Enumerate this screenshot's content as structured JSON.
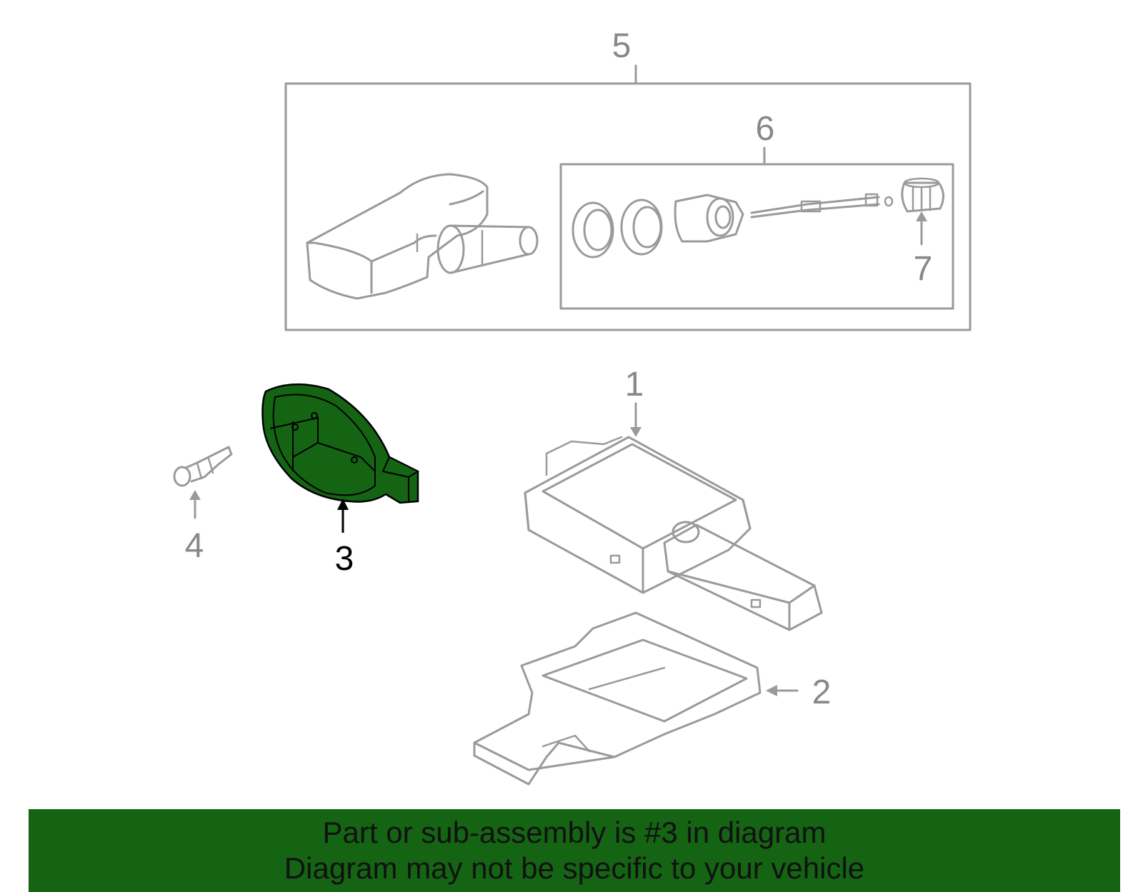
{
  "colors": {
    "highlight": "#146414",
    "line": "#9a9a9a",
    "banner": "#146414"
  },
  "callouts": {
    "c1": "1",
    "c2": "2",
    "c3": "3",
    "c4": "4",
    "c5": "5",
    "c6": "6",
    "c7": "7"
  },
  "highlighted_part": "3",
  "banner": {
    "line1": "Part or sub-assembly is #3 in diagram",
    "line2": "Diagram may not be specific to your vehicle"
  }
}
